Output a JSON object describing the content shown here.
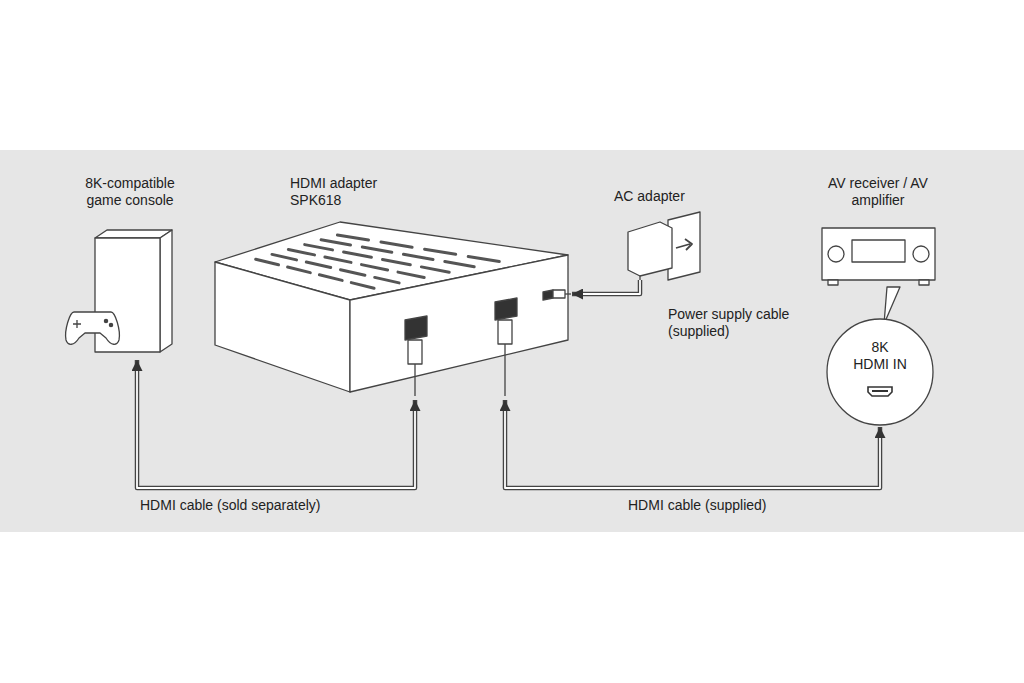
{
  "diagram": {
    "nodes": [
      {
        "text": [
          "8K-compatible game console"
        ]
      },
      {
        "text": [
          "HDMI adapter SPK618"
        ]
      },
      {
        "text": [
          "AC adapter"
        ]
      },
      {
        "text": [
          "AV receiver / AV amplifier"
        ]
      },
      {
        "text": [
          "8K HDMI IN"
        ]
      }
    ],
    "edges": [
      {
        "from": 0,
        "to": 1,
        "arrow": "both",
        "label": "HDMI cable (sold separately)"
      },
      {
        "from": 1,
        "to": 4,
        "arrow": "both",
        "label": "HDMI cable (supplied)"
      },
      {
        "from": 2,
        "to": 1,
        "arrow": "to",
        "label": "Power supply cable (supplied)"
      }
    ]
  }
}
